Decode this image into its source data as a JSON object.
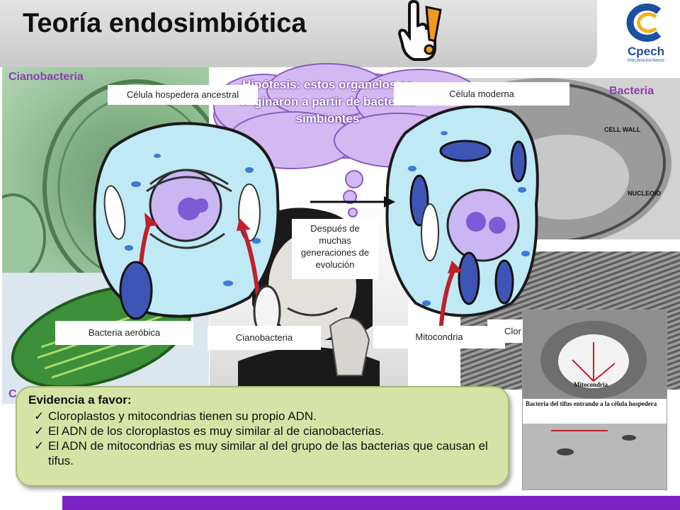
{
  "title": "Teoría endosimbiótica",
  "brand": {
    "name": "Cpech",
    "subtitle": "PREUNIVERSITARIOS",
    "color": "#1e4fa3"
  },
  "corner_labels": {
    "cyanobacteria": "Cianobacteria",
    "bacteria": "Bacteria",
    "bottom_left": "C"
  },
  "cloud_text": "Hipótesis: estos organelos se originaron a partir de bacterias simbiontes",
  "labels": {
    "ancestral_cell": "Célula hospedera ancestral",
    "modern_cell": "Célula moderna",
    "after_generations": "Después de muchas generaciones de evolución",
    "aerobic_bacteria": "Bacteria aeróbica",
    "cyanobacteria": "Cianobacteria",
    "mitochondria": "Mitocondria",
    "chloroplast_partial": "Clor"
  },
  "micrograph_labels": {
    "cell_wall": "CELL WALL",
    "nucleoid": "NUCLEOID",
    "mitocondria": "Mitocondria",
    "typhus": "Bacteria del tifus entrando a la célula hospedera"
  },
  "evidence": {
    "heading": "Evidencia a favor:",
    "items": [
      "Cloroplastos y mitocondrias tienen su propio ADN.",
      "El ADN de los cloroplastos es muy similar al de cianobacterias.",
      "El ADN de mitocondrias es muy similar al del grupo de las bacterias que causan el tifus."
    ]
  },
  "colors": {
    "accent_purple": "#8b3fb0",
    "bottom_bar": "#7c22c4",
    "cloud": "#d4b8f2",
    "evidence_bg": "#d6e3a6"
  }
}
